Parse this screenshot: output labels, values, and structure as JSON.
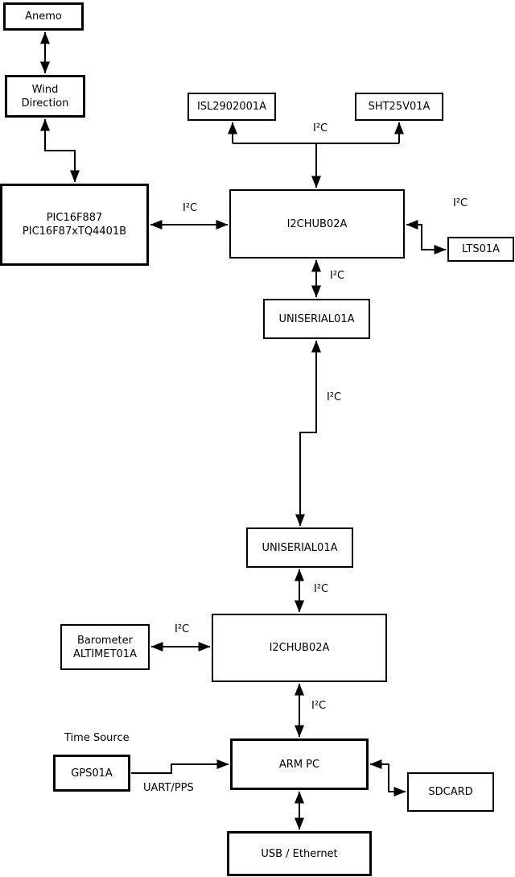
{
  "boxes": {
    "anemo": {
      "lines": [
        "Anemo"
      ]
    },
    "wind_direction": {
      "lines": [
        "Wind",
        "Direction"
      ]
    },
    "pic_mcu": {
      "lines": [
        "PIC16F887",
        "PIC16F87xTQ4401B"
      ]
    },
    "isl": {
      "lines": [
        "ISL2902001A"
      ]
    },
    "sht": {
      "lines": [
        "SHT25V01A"
      ]
    },
    "i2chub_top": {
      "lines": [
        "I2CHUB02A"
      ]
    },
    "lts": {
      "lines": [
        "LTS01A"
      ]
    },
    "uniserial_top": {
      "lines": [
        "UNISERIAL01A"
      ]
    },
    "uniserial_bottom": {
      "lines": [
        "UNISERIAL01A"
      ]
    },
    "barometer": {
      "lines": [
        "Barometer",
        "ALTIMET01A"
      ]
    },
    "i2chub_bottom": {
      "lines": [
        "I2CHUB02A"
      ]
    },
    "arm_pc": {
      "lines": [
        "ARM PC"
      ]
    },
    "gps": {
      "lines": [
        "GPS01A"
      ]
    },
    "sdcard": {
      "lines": [
        "SDCARD"
      ]
    },
    "usb_ethernet": {
      "lines": [
        "USB / Ethernet"
      ]
    }
  },
  "labels": {
    "i2c": "I²C",
    "uart_pps": "UART/PPS",
    "time_source": "Time Source"
  },
  "colors": {
    "line": "#000000",
    "box_border": "#000000",
    "background": "#ffffff",
    "text": "#000000"
  }
}
